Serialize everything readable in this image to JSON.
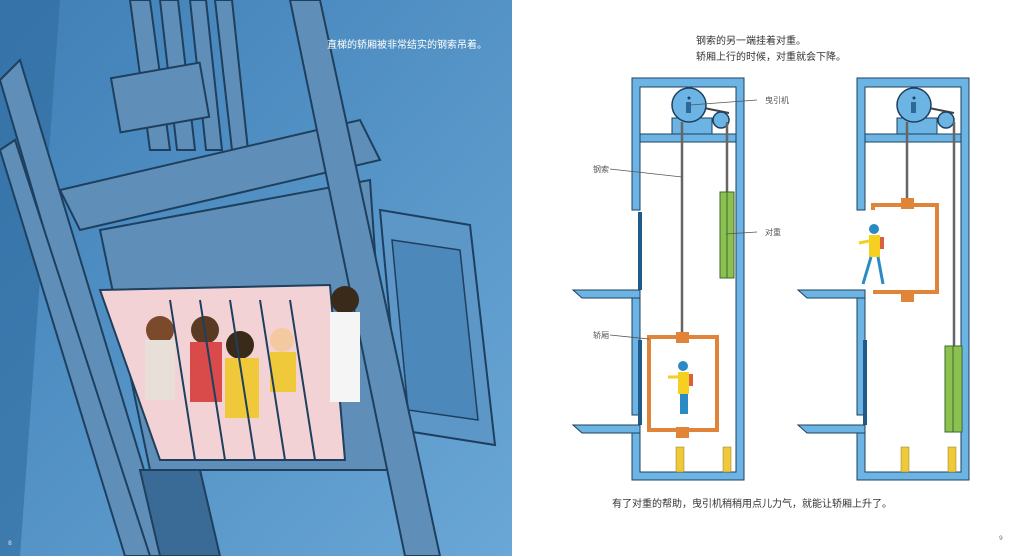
{
  "left_page": {
    "caption": "直梯的轿厢被非常结实的钢索吊着。",
    "page_number": "8"
  },
  "right_page": {
    "caption_line1": "钢索的另一端挂着对重。",
    "caption_line2": "轿厢上行的时候，对重就会下降。",
    "labels": {
      "traction_machine": "曳引机",
      "steel_cable": "钢索",
      "counterweight": "对重",
      "car": "轿厢"
    },
    "bottom_caption": "有了对重的帮助，曳引机稍稍用点儿力气，就能让轿厢上升了。",
    "page_number": "9"
  },
  "colors": {
    "shaft": "#6cb4e4",
    "car_frame": "#e0843a",
    "counterweight": "#8cc152",
    "buffer": "#f0c93a",
    "illustration_bg": "#4f8fc2"
  }
}
